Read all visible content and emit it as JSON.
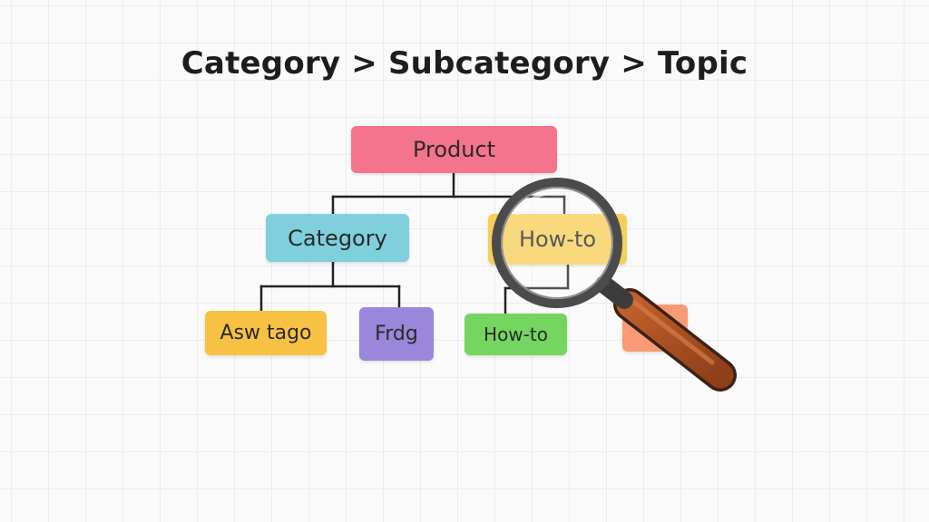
{
  "title": "Category > Subcategory > Topic",
  "colors": {
    "product": "#f4738d",
    "category": "#7fd0dc",
    "howto_top": "#f6cf5a",
    "leaf_yellow": "#f7c143",
    "leaf_purple": "#9a86da",
    "leaf_green": "#74d661",
    "leaf_orange": "#f89a73",
    "connector": "#222222",
    "magnifier_rim": "#4b4b4b",
    "magnifier_handle": "#a24b20"
  },
  "tree": {
    "root": {
      "label": "Product"
    },
    "level2": [
      {
        "label": "Category"
      },
      {
        "label": "How-to"
      }
    ],
    "level3": [
      {
        "label": "Asw tago"
      },
      {
        "label": "Frdg"
      },
      {
        "label": "How-to"
      },
      {
        "label": ""
      }
    ]
  },
  "magnifier": {
    "icon": "magnifying-glass-icon"
  }
}
